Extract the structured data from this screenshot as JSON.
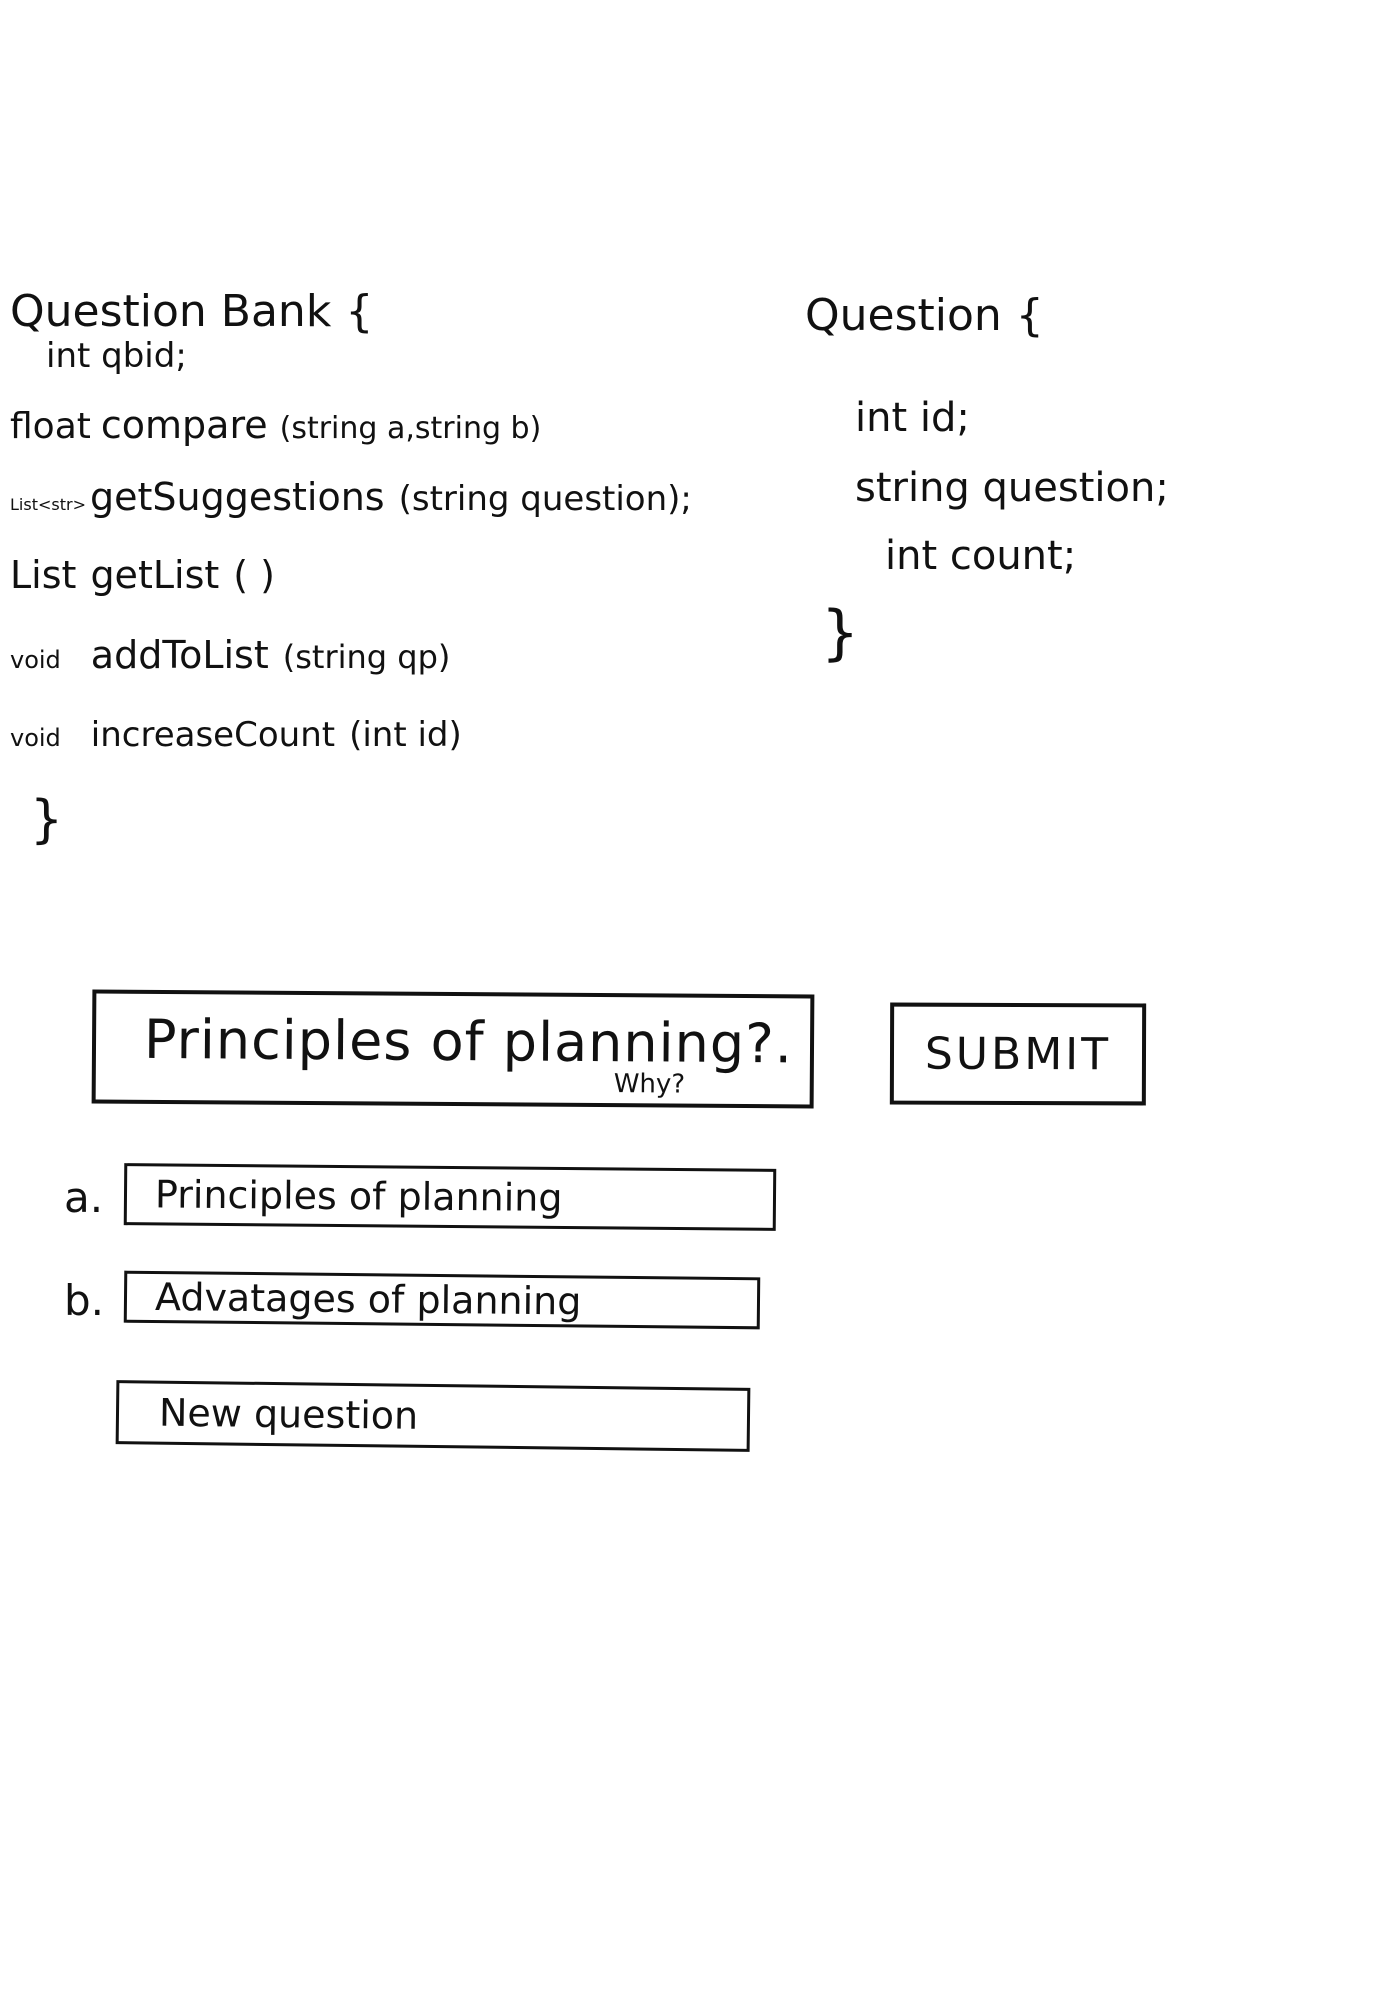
{
  "question_bank_class": {
    "name": "Question Bank",
    "open_brace": "{",
    "field": "int qbid;",
    "methods": [
      {
        "return_type": "float",
        "name": "compare",
        "params": "(string a,string b)"
      },
      {
        "return_type": "List<str>",
        "name": "getSuggestions",
        "params": "(string question);"
      },
      {
        "return_type": "List",
        "name": "getList",
        "params": "( )"
      },
      {
        "return_type": "void",
        "name": "addToList",
        "params": "(string qp)"
      },
      {
        "return_type": "void",
        "name": "increaseCount",
        "params": "(int id)"
      }
    ],
    "close_brace": "}"
  },
  "question_class": {
    "name": "Question",
    "open_brace": "{",
    "fields": [
      "int id;",
      "string question;",
      "int count;"
    ],
    "close_brace": "}"
  },
  "mockup": {
    "question_text": "Principles of planning?.",
    "question_subtext": "Why?",
    "submit_label": "SUBMIT",
    "options": [
      {
        "marker": "a.",
        "text": "Principles of planning"
      },
      {
        "marker": "b.",
        "text": "Advatages of planning"
      }
    ],
    "new_question_label": "New question"
  }
}
